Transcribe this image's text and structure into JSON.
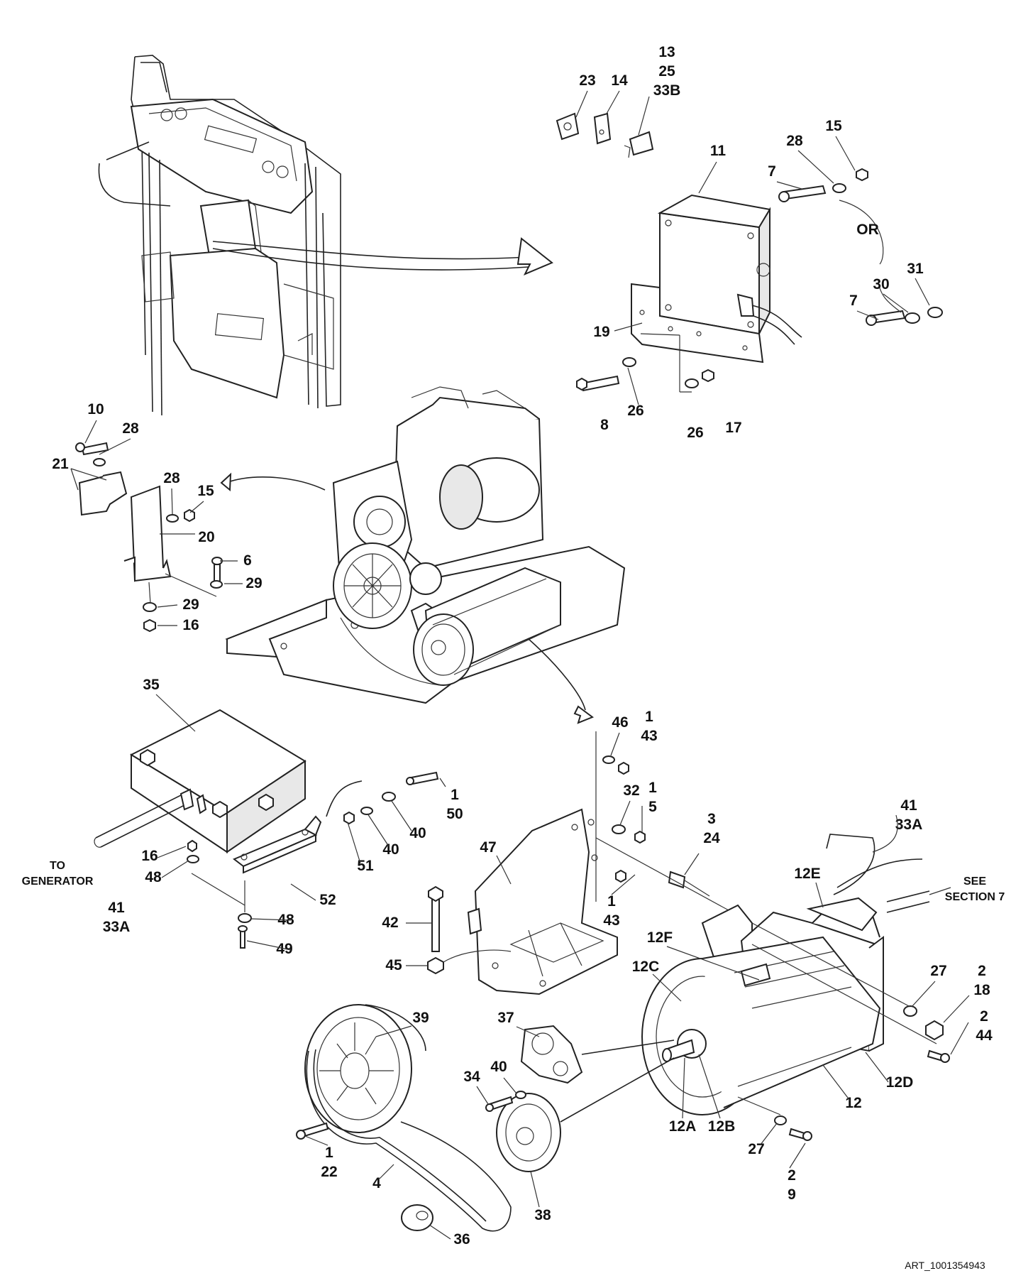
{
  "callouts": [
    {
      "id": "c1",
      "lines": [
        "13",
        "25",
        "33B"
      ]
    },
    {
      "id": "c2",
      "lines": [
        "23"
      ]
    },
    {
      "id": "c3",
      "lines": [
        "14"
      ]
    },
    {
      "id": "c4",
      "lines": [
        "15"
      ]
    },
    {
      "id": "c5",
      "lines": [
        "28"
      ]
    },
    {
      "id": "c6",
      "lines": [
        "11"
      ]
    },
    {
      "id": "c7",
      "lines": [
        "7"
      ]
    },
    {
      "id": "c8",
      "lines": [
        "OR"
      ]
    },
    {
      "id": "c9",
      "lines": [
        "31"
      ]
    },
    {
      "id": "c10",
      "lines": [
        "30"
      ]
    },
    {
      "id": "c11",
      "lines": [
        "7"
      ]
    },
    {
      "id": "c12",
      "lines": [
        "19"
      ]
    },
    {
      "id": "c13",
      "lines": [
        "8"
      ]
    },
    {
      "id": "c14",
      "lines": [
        "26"
      ]
    },
    {
      "id": "c15",
      "lines": [
        "26"
      ]
    },
    {
      "id": "c16",
      "lines": [
        "17"
      ]
    },
    {
      "id": "c17",
      "lines": [
        "10"
      ]
    },
    {
      "id": "c18",
      "lines": [
        "28"
      ]
    },
    {
      "id": "c19",
      "lines": [
        "21"
      ]
    },
    {
      "id": "c20",
      "lines": [
        "28"
      ]
    },
    {
      "id": "c21",
      "lines": [
        "15"
      ]
    },
    {
      "id": "c22",
      "lines": [
        "20"
      ]
    },
    {
      "id": "c23",
      "lines": [
        "6"
      ]
    },
    {
      "id": "c24",
      "lines": [
        "29"
      ]
    },
    {
      "id": "c25",
      "lines": [
        "29"
      ]
    },
    {
      "id": "c26",
      "lines": [
        "16"
      ]
    },
    {
      "id": "c27",
      "lines": [
        "35"
      ]
    },
    {
      "id": "c28",
      "lines": [
        "46"
      ]
    },
    {
      "id": "c29",
      "lines": [
        "1",
        "43"
      ]
    },
    {
      "id": "c30",
      "lines": [
        "1",
        "50"
      ]
    },
    {
      "id": "c31",
      "lines": [
        "32"
      ]
    },
    {
      "id": "c32",
      "lines": [
        "1",
        "5"
      ]
    },
    {
      "id": "c33",
      "lines": [
        "40"
      ]
    },
    {
      "id": "c34",
      "lines": [
        "40"
      ]
    },
    {
      "id": "c35",
      "lines": [
        "51"
      ]
    },
    {
      "id": "c36",
      "lines": [
        "47"
      ]
    },
    {
      "id": "c37",
      "lines": [
        "3",
        "24"
      ]
    },
    {
      "id": "c38",
      "lines": [
        "41",
        "33A"
      ]
    },
    {
      "id": "c39",
      "lines": [
        "16"
      ]
    },
    {
      "id": "c40",
      "lines": [
        "48"
      ]
    },
    {
      "id": "c41",
      "lines": [
        "TO",
        "GENERATOR"
      ]
    },
    {
      "id": "c42",
      "lines": [
        "41",
        "33A"
      ]
    },
    {
      "id": "c43",
      "lines": [
        "52"
      ]
    },
    {
      "id": "c44",
      "lines": [
        "48"
      ]
    },
    {
      "id": "c45",
      "lines": [
        "49"
      ]
    },
    {
      "id": "c46",
      "lines": [
        "42"
      ]
    },
    {
      "id": "c47",
      "lines": [
        "45"
      ]
    },
    {
      "id": "c48",
      "lines": [
        "1",
        "43"
      ]
    },
    {
      "id": "c49",
      "lines": [
        "12E"
      ]
    },
    {
      "id": "c50",
      "lines": [
        "SEE",
        "SECTION 7"
      ]
    },
    {
      "id": "c51",
      "lines": [
        "12F"
      ]
    },
    {
      "id": "c52",
      "lines": [
        "12C"
      ]
    },
    {
      "id": "c53",
      "lines": [
        "27"
      ]
    },
    {
      "id": "c54",
      "lines": [
        "2",
        "18"
      ]
    },
    {
      "id": "c55",
      "lines": [
        "2",
        "44"
      ]
    },
    {
      "id": "c56",
      "lines": [
        "39"
      ]
    },
    {
      "id": "c57",
      "lines": [
        "37"
      ]
    },
    {
      "id": "c58",
      "lines": [
        "40"
      ]
    },
    {
      "id": "c59",
      "lines": [
        "34"
      ]
    },
    {
      "id": "c60",
      "lines": [
        "12D"
      ]
    },
    {
      "id": "c61",
      "lines": [
        "12"
      ]
    },
    {
      "id": "c62",
      "lines": [
        "12A"
      ]
    },
    {
      "id": "c63",
      "lines": [
        "12B"
      ]
    },
    {
      "id": "c64",
      "lines": [
        "27"
      ]
    },
    {
      "id": "c65",
      "lines": [
        "2",
        "9"
      ]
    },
    {
      "id": "c66",
      "lines": [
        "1",
        "22"
      ]
    },
    {
      "id": "c67",
      "lines": [
        "4"
      ]
    },
    {
      "id": "c68",
      "lines": [
        "38"
      ]
    },
    {
      "id": "c69",
      "lines": [
        "36"
      ]
    }
  ],
  "art_number": "ART_1001354943"
}
